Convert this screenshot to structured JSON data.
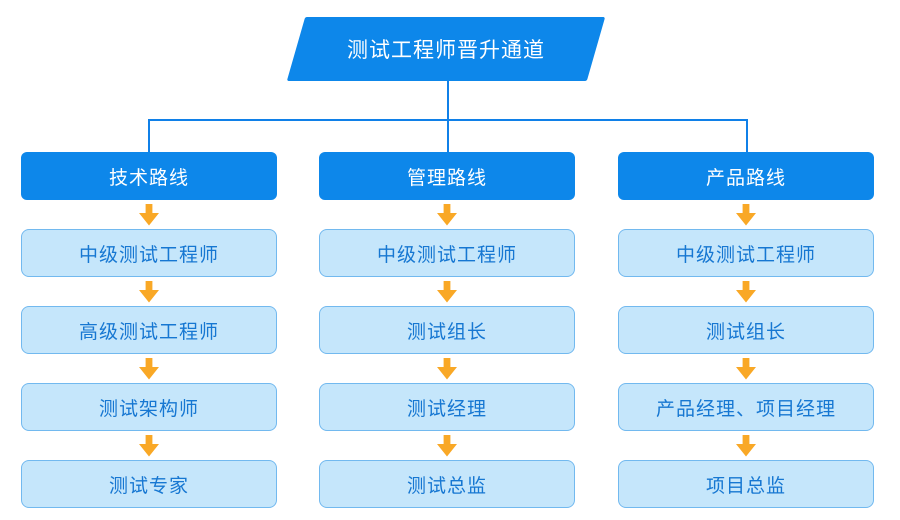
{
  "title": "测试工程师晋升通道",
  "colors": {
    "primary_blue": "#0d87ea",
    "connector_blue": "#1080e8",
    "node_fill": "#c5e6fb",
    "node_border": "#72b9ef",
    "node_text": "#1677d2",
    "arrow_orange": "#f9a826",
    "header_text": "#ffffff",
    "background": "#ffffff"
  },
  "columns": [
    {
      "header": "技术路线",
      "items": [
        "中级测试工程师",
        "高级测试工程师",
        "测试架构师",
        "测试专家"
      ]
    },
    {
      "header": "管理路线",
      "items": [
        "中级测试工程师",
        "测试组长",
        "测试经理",
        "测试总监"
      ]
    },
    {
      "header": "产品路线",
      "items": [
        "中级测试工程师",
        "测试组长",
        "产品经理、项目经理",
        "项目总监"
      ]
    }
  ]
}
